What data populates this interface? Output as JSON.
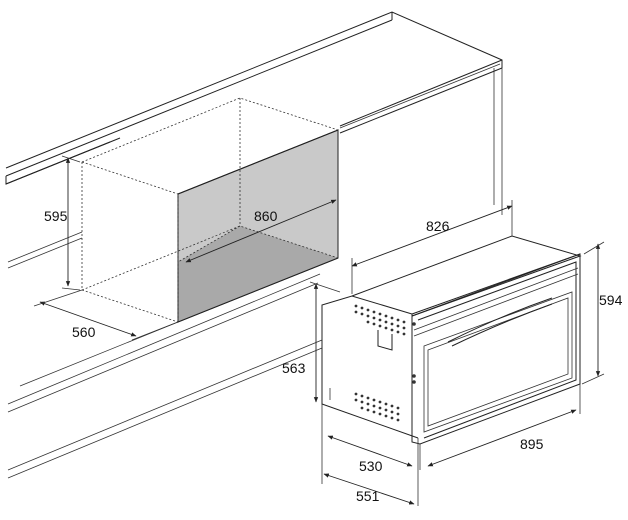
{
  "dimensions": {
    "niche_height": "595",
    "niche_depth": "560",
    "niche_width": "860",
    "oven_top_depth": "826",
    "oven_height": "594",
    "oven_side_height": "563",
    "oven_width": "895",
    "oven_depth_body": "530",
    "oven_depth_total": "551"
  },
  "colors": {
    "line": "#222222",
    "niche_back": "#c9c9c9",
    "niche_floor": "#a9a9a9"
  }
}
